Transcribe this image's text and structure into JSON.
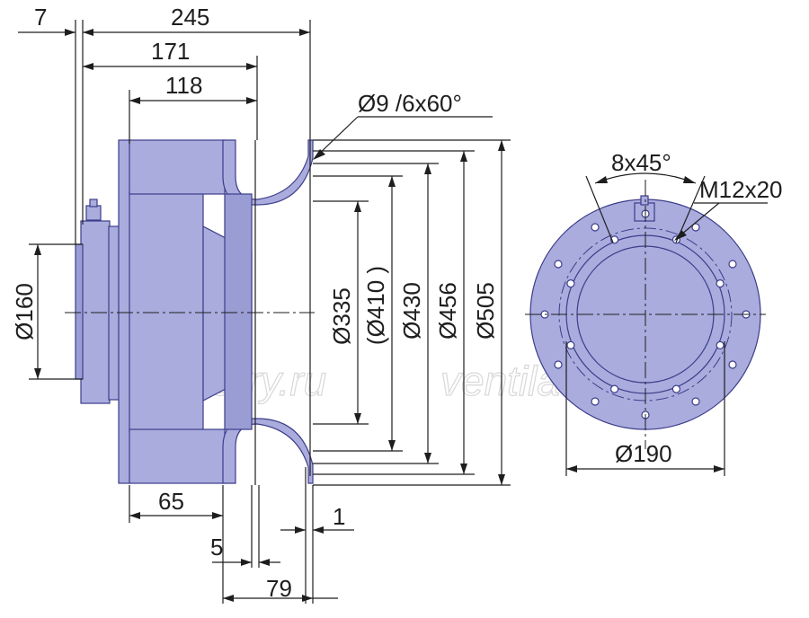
{
  "watermark": "ventilatorry.ru",
  "side_view": {
    "dims": {
      "d7": "7",
      "d245": "245",
      "d171": "171",
      "d118": "118",
      "d65": "65",
      "d5": "5",
      "d79": "79",
      "d1": "1",
      "holes": "Ø9 /6x60°",
      "dia160": "Ø160",
      "dia335": "Ø335",
      "dia410": "(Ø410 )",
      "dia430": "Ø430",
      "dia456": "Ø456",
      "dia505": "Ø505"
    }
  },
  "front_view": {
    "dims": {
      "angle": "8x45°",
      "thread": "M12x20",
      "dia190": "Ø190"
    }
  },
  "colors": {
    "body": "#a9acdd",
    "outline": "#3d3d8a",
    "lines": "#1e1e1e"
  }
}
